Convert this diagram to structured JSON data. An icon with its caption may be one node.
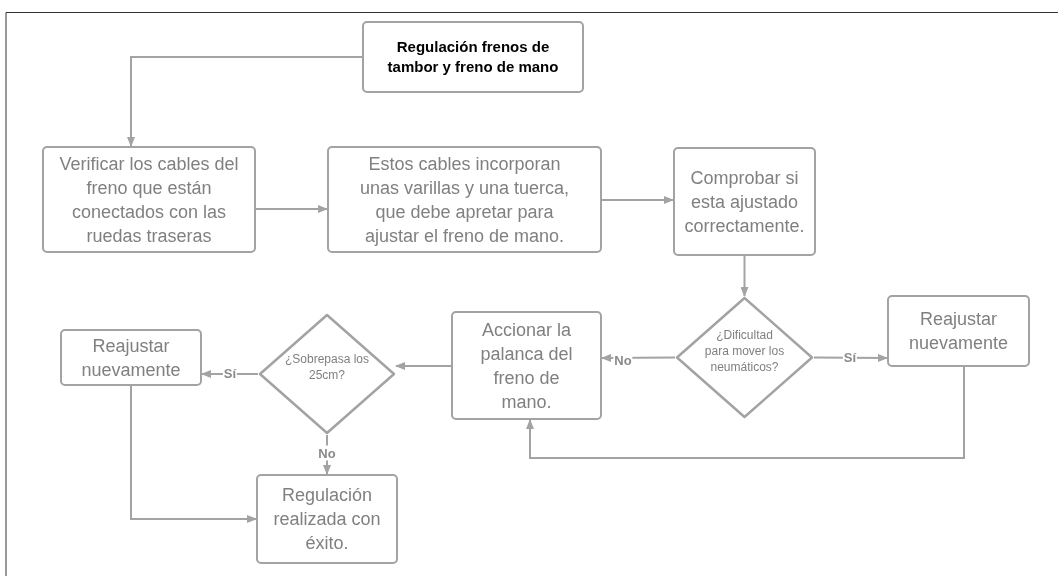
{
  "diagram": {
    "nodes": [
      {
        "text": [
          "Regulación frenos de tambor y freno de mano"
        ]
      },
      {
        "text": [
          "Verificar los cables del freno que están conectados con las ruedas traseras"
        ]
      },
      {
        "text": [
          "Estos cables incorporan unas varillas y una tuerca, que debe apretar  para ajustar el freno de mano."
        ]
      },
      {
        "text": [
          "Comprobar si esta ajustado correctamente."
        ]
      },
      {
        "text": [
          "¿Dificultad para mover los neumáticos?"
        ]
      },
      {
        "text": [
          "Reajustar nuevamente"
        ]
      },
      {
        "text": [
          "Accionar la palanca del freno de mano."
        ]
      },
      {
        "text": [
          "¿Sobrepasa los 25cm?"
        ]
      },
      {
        "text": [
          "Reajustar nuevamente"
        ]
      },
      {
        "text": [
          "Regulación realizada con éxito."
        ]
      }
    ],
    "edges": [
      {
        "from": 0,
        "to": 1,
        "arrow": "to"
      },
      {
        "from": 1,
        "to": 2,
        "arrow": "to"
      },
      {
        "from": 2,
        "to": 3,
        "arrow": "to"
      },
      {
        "from": 3,
        "to": 4,
        "arrow": "to"
      },
      {
        "from": 4,
        "to": 6,
        "arrow": "to",
        "label": "No"
      },
      {
        "from": 4,
        "to": 5,
        "arrow": "to",
        "label": "Sí"
      },
      {
        "from": 5,
        "to": 6,
        "arrow": "to"
      },
      {
        "from": 6,
        "to": 7,
        "arrow": "to"
      },
      {
        "from": 7,
        "to": 8,
        "arrow": "to",
        "label": "Sí"
      },
      {
        "from": 7,
        "to": 9,
        "arrow": "to",
        "label": "No"
      },
      {
        "from": 8,
        "to": 9,
        "arrow": "to"
      }
    ]
  }
}
